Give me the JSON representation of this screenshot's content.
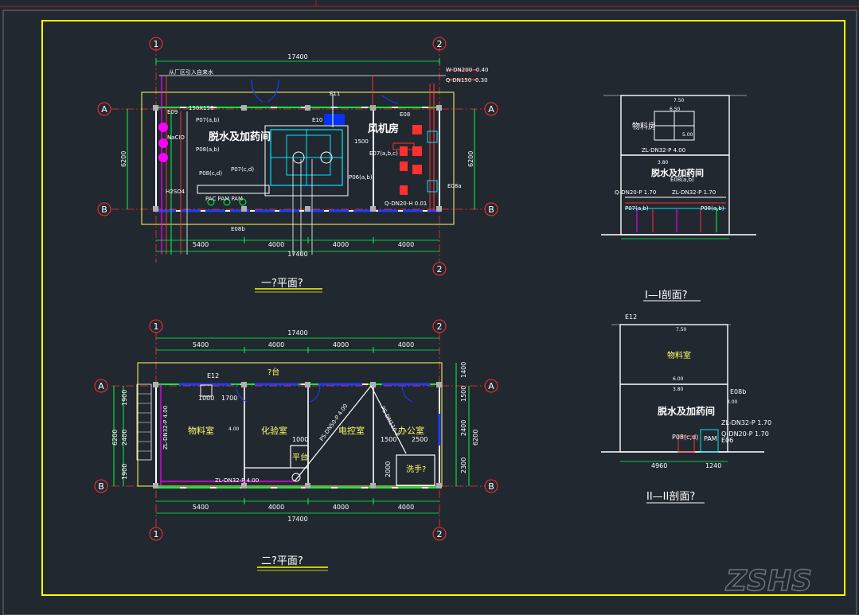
{
  "colors": {
    "background": "#212830",
    "frame": "#ffff00",
    "wall": "#ffffff",
    "dim": "#00ff40",
    "water": "#ff3b3b",
    "drain": "#1e3cff",
    "cyan": "#00e5ff",
    "magenta": "#ff00ff",
    "green_room": "#ffff66"
  },
  "plan1": {
    "title": "一?平面?",
    "axis_1": "1",
    "axis_2": "2",
    "axis_a": "A",
    "axis_b": "B",
    "dim_total": "17400",
    "dim_bottom": [
      "5400",
      "4000",
      "4000",
      "4000"
    ],
    "dim_side": "6200",
    "room_dewater": "脱水及加药间",
    "room_fan": "风机房",
    "pipe_w": "W-DN200 -0.40",
    "pipe_q": "Q-DN150 -0.30",
    "pipe_q2": "Q-DN20-H 0.01",
    "from_factory": "从厂区引入自来水",
    "lbl_p07ab": "P07(a,b)",
    "lbl_p08ab": "P08(a,b)",
    "lbl_p08cd": "P08(c,d)",
    "lbl_p07cd": "P07(c,d)",
    "lbl_p06ab": "P06(a,b)",
    "lbl_e07": "E07(a,b,c)",
    "lbl_e10": "E10",
    "lbl_e11": "E11",
    "lbl_e08": "E08",
    "lbl_e08a": "E08a",
    "lbl_e08b": "E08b",
    "lbl_e09": "E09",
    "lbl_naclo": "NaClO",
    "lbl_h2so4": "H2SO4",
    "lbl_pac": "PAC PAM PAM",
    "lbl_1500": "1500",
    "lbl_150x150": "150X150"
  },
  "plan2": {
    "title": "二?平面?",
    "dim_total": "17400",
    "dim_top": [
      "5400",
      "4000",
      "4000",
      "4000"
    ],
    "dim_bottom": [
      "5400",
      "4000",
      "4000",
      "4000"
    ],
    "dim_right": [
      "1400",
      "1500",
      "2400",
      "2300"
    ],
    "dim_right_total": "6200",
    "dim_left": [
      "1900",
      "2400",
      "1900"
    ],
    "dim_left_total": "6200",
    "room_material": "物料室",
    "room_lab": "化验室",
    "room_elec": "电控室",
    "room_office": "办公室",
    "room_toilet": "洗手?",
    "room_platform": "?台",
    "room_platform2": "平台",
    "pipe_zl": "ZL-DN32-P 4.00",
    "pipe_ps1": "PS-DN50-P 4.00",
    "pipe_ps2": "PS-DN110-P",
    "lbl_e12": "E12",
    "lbl_1700": "1700",
    "lbl_1000": "1000",
    "lbl_1000b": "1000",
    "lbl_1500": "1500",
    "lbl_2500": "2500",
    "lbl_2000": "2000",
    "lbl_400": "4.00"
  },
  "section1": {
    "title": "I—I剖面?",
    "room_top": "物料房",
    "room_bottom": "脱水及加药间",
    "pipe1": "ZL-DN32-P 4.00",
    "pipe2": "Q-DN20-P 1.70",
    "pipe3": "ZL-DN32-P 1.70",
    "lbl_p07": "P07(a,b)",
    "lbl_p08": "P08(a,b)",
    "lbl_e08": "E08(a,b)",
    "lbl_750": "7.50",
    "lbl_650": "6.50",
    "lbl_500": "5.00",
    "lbl_380": "3.80"
  },
  "section2": {
    "title": "II—II剖面?",
    "room_top": "物料室",
    "room_bottom": "脱水及加药间",
    "lbl_e12": "E12",
    "lbl_e08b": "E08b",
    "lbl_750": "7.50",
    "lbl_600": "6.00",
    "lbl_380": "3.80",
    "lbl_300": "3.00",
    "pipe1": "ZL-DN32-P 1.70",
    "pipe2": "Q-DN20-P 1.70",
    "lbl_p08": "P08(c,d)",
    "lbl_pam": "PAM",
    "lbl_e06": "E06",
    "dim1": "4960",
    "dim2": "1240"
  },
  "watermark": "ZSHS"
}
